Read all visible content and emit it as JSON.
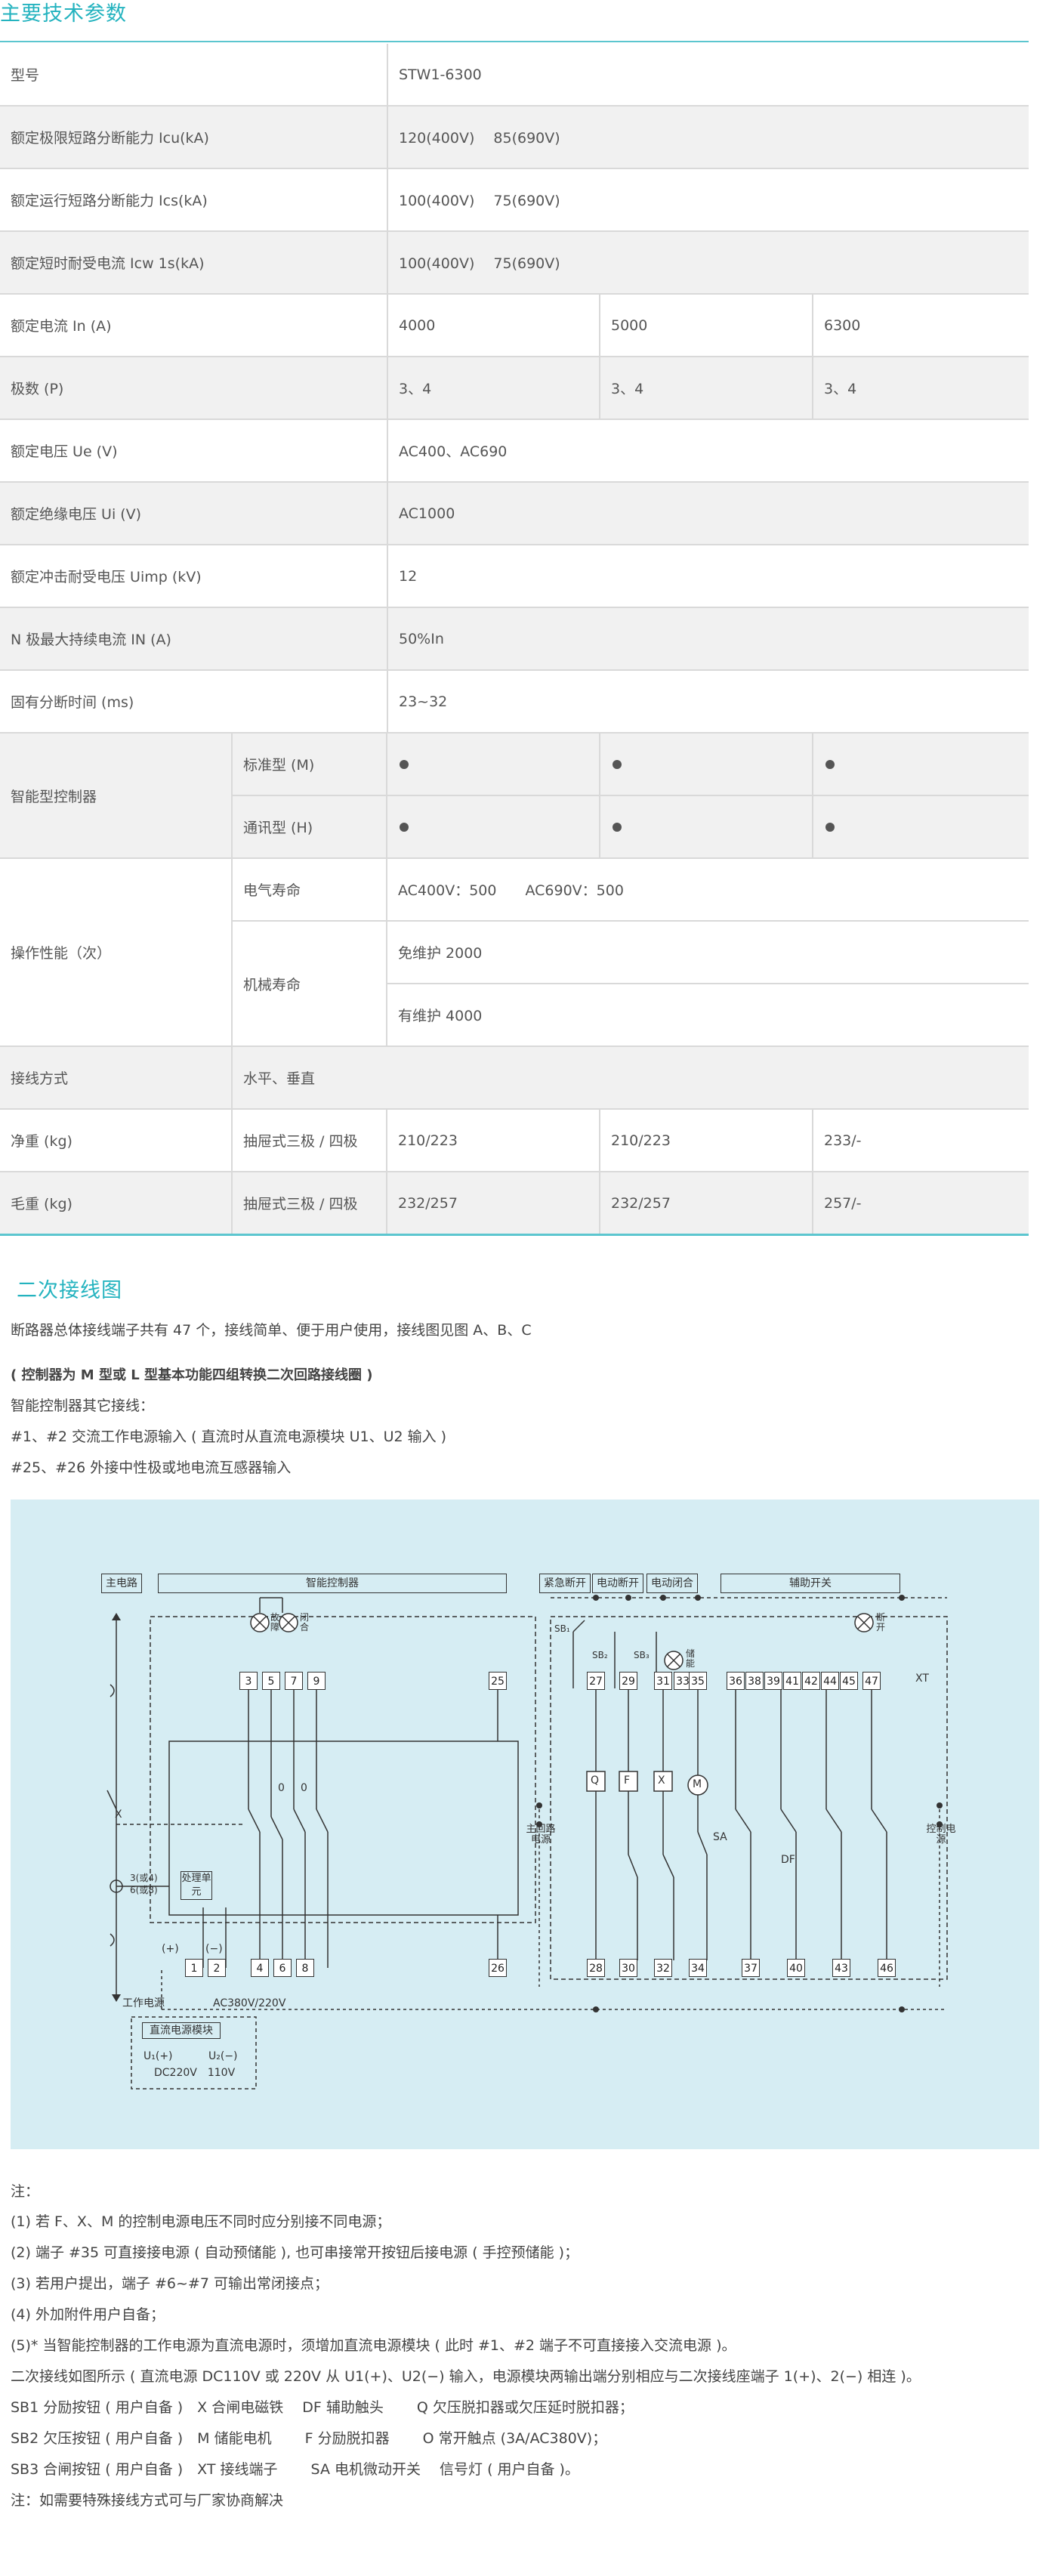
{
  "spec": {
    "title": "主要技术参数",
    "rows": [
      {
        "label": "型号",
        "cells": [
          "STW1-6300"
        ],
        "gray": false
      },
      {
        "label": "额定极限短路分断能力 Icu(kA)",
        "cells": [
          "120(400V)　 85(690V)"
        ],
        "gray": true
      },
      {
        "label": "额定运行短路分断能力 Ics(kA)",
        "cells": [
          "100(400V)　 75(690V)"
        ],
        "gray": false
      },
      {
        "label": "额定短时耐受电流 Icw 1s(kA)",
        "cells": [
          "100(400V)　 75(690V)"
        ],
        "gray": true
      },
      {
        "label": "额定电流 In (A)",
        "cells": [
          "4000",
          "5000",
          "6300"
        ],
        "gray": false
      },
      {
        "label": "极数 (P)",
        "cells": [
          "3、4",
          "3、4",
          "3、4"
        ],
        "gray": true
      },
      {
        "label": "额定电压 Ue (V)",
        "cells": [
          "AC400、AC690"
        ],
        "gray": false
      },
      {
        "label": "额定绝缘电压 Ui (V)",
        "cells": [
          "AC1000"
        ],
        "gray": true
      },
      {
        "label": "额定冲击耐受电压 Uimp (kV)",
        "cells": [
          "12"
        ],
        "gray": false
      },
      {
        "label": "N 极最大持续电流 IN (A)",
        "cells": [
          "50%In"
        ],
        "gray": true
      },
      {
        "label": "固有分断时间 (ms)",
        "cells": [
          "23~32"
        ],
        "gray": false
      }
    ],
    "controller": {
      "label": "智能型控制器",
      "rows": [
        {
          "sub": "标准型 (M)",
          "marks": [
            "●",
            "●",
            "●"
          ]
        },
        {
          "sub": "通讯型 (H)",
          "marks": [
            "●",
            "●",
            "●"
          ]
        }
      ]
    },
    "operation": {
      "label": "操作性能（次）",
      "electrical_label": "电气寿命",
      "electrical_value": "AC400V：500　　AC690V：500",
      "mechanical_label": "机械寿命",
      "mech_free": "免维护 2000",
      "mech_maint": "有维护 4000"
    },
    "wiring": {
      "label": "接线方式",
      "value": "水平、垂直"
    },
    "net_weight": {
      "label": "净重 (kg)",
      "sub": "抽屉式三极 / 四极",
      "cells": [
        "210/223",
        "210/223",
        "233/-"
      ]
    },
    "gross_weight": {
      "label": "毛重 (kg)",
      "sub": "抽屉式三极 / 四极",
      "cells": [
        "232/257",
        "232/257",
        "257/-"
      ]
    }
  },
  "secondary": {
    "title": "二次接线图",
    "intro": "断路器总体接线端子共有 47 个，接线简单、便于用户使用，接线图见图 A、B、C",
    "subtitle": "( 控制器为 M 型或 L 型基本功能四组转换二次回路接线圈 )",
    "lines": [
      "智能控制器其它接线：",
      "#1、#2 交流工作电源输入 ( 直流时从直流电源模块 U1、U2 输入 )",
      "#25、#26 外接中性极或地电流互感器输入"
    ]
  },
  "diagram": {
    "headers": [
      "主电路",
      "智能控制器",
      "紧急断开",
      "电动断开",
      "电动闭合",
      "辅助开关"
    ],
    "top_terminals": [
      "3",
      "5",
      "7",
      "9",
      "25",
      "27",
      "29",
      "31",
      "33",
      "35",
      "36",
      "38",
      "39",
      "41",
      "42",
      "44",
      "45",
      "47"
    ],
    "bottom_terminals": [
      "1",
      "2",
      "4",
      "6",
      "8",
      "26",
      "28",
      "30",
      "32",
      "34",
      "37",
      "40",
      "43",
      "46"
    ],
    "xt": "XT",
    "lamp_fault": "故障",
    "lamp_close": "闭合",
    "lamp_store": "储能",
    "lamp_open": "断开",
    "coils": [
      "Q",
      "F",
      "X",
      "M"
    ],
    "sa": "SA",
    "df": "DF",
    "x_label": "X",
    "processing_unit": "处理单元",
    "ct_label_1": "3(或4)",
    "ct_label_2": "6(或8)",
    "main_circuit_power": "主回路电源",
    "control_power": "控制电源",
    "plus": "(+)",
    "minus": "(−)",
    "work_power": "工作电源",
    "ac_supply": "AC380V/220V",
    "dc_module": "直流电源模块",
    "u1": "U₁(+)",
    "u2": "U₂(−)",
    "dc_voltage": "DC220V　110V",
    "sb1": "SB₁",
    "sb2": "SB₂",
    "sb3": "SB₃",
    "zero": "0"
  },
  "notes": {
    "title": "注：",
    "items": [
      "(1) 若 F、X、M 的控制电源电压不同时应分别接不同电源；",
      "(2) 端子 #35 可直接接电源 ( 自动预储能 ), 也可串接常开按钮后接电源 ( 手控预储能 )；",
      "(3) 若用户提出，端子 #6~#7 可输出常闭接点；",
      "(4) 外加附件用户自备；",
      "(5)* 当智能控制器的工作电源为直流电源时，须增加直流电源模块 ( 此时 #1、#2 端子不可直接接入交流电源 )。",
      "二次接线如图所示 ( 直流电源 DC110V 或 220V 从 U1(+)、U2(−) 输入，电源模块两输出端分别相应与二次接线座端子 1(+)、2(−) 相连 )。",
      "SB1 分励按钮 ( 用户自备 )　X 合闸电磁铁　 DF 辅助触头　　 Q 欠压脱扣器或欠压延时脱扣器；",
      "SB2 欠压按钮 ( 用户自备 )　M 储能电机　　 F 分励脱扣器　　 O 常开触点 (3A/AC380V)；",
      "SB3 合闸按钮 ( 用户自备 )　XT 接线端子　　 SA 电机微动开关　 信号灯 ( 用户自备 )。",
      "注：如需要特殊接线方式可与厂家协商解决"
    ]
  }
}
